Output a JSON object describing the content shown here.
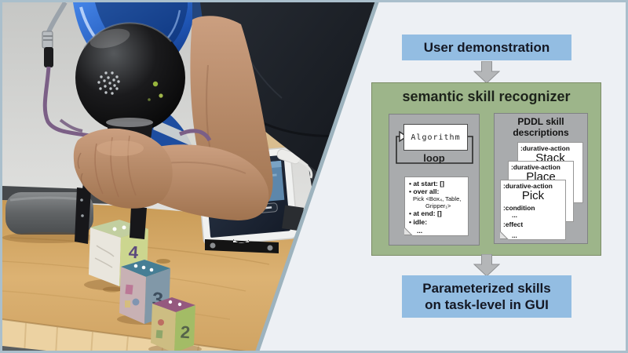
{
  "flow": {
    "user_demo_label": "User demonstration",
    "result_line1": "Parameterized skills",
    "result_line2": "on task-level in GUI"
  },
  "recognizer": {
    "title": "semantic skill recognizer",
    "algorithm_label": "Algorithm",
    "loop_label": "loop",
    "note": {
      "bullet1": "• at start: []",
      "bullet2": "• over all:",
      "detail1": "Pick <Box₄, Table,",
      "detail2": "Gripper₁>",
      "bullet3": "• at end: []",
      "bullet4": "• idle:",
      "corner_ellipsis": "..."
    },
    "pddl": {
      "title_line1": "PDDL skill",
      "title_line2": "descriptions",
      "cards": [
        {
          "keyword": ":durative-action",
          "name": "Stack"
        },
        {
          "keyword": ":durative-action",
          "name": "Place"
        },
        {
          "keyword": ":durative-action",
          "name": "Pick"
        }
      ],
      "pick": {
        "condition_label": ":condition",
        "condition_ellipsis": "...",
        "effect_label": ":effect",
        "corner_ellipsis": "..."
      }
    }
  },
  "photo": {
    "cube_large_label": "4",
    "cube_medium_label": "3",
    "cube_small_label": "2"
  },
  "colors": {
    "flow_box_blue": "#93bde2",
    "recognizer_green": "#9db58a",
    "inner_gray": "#a9abad",
    "arrow_gray": "#b4b6b8",
    "frame_border": "#aabfcc",
    "panel_bg": "#edf0f4",
    "robot_blue": "#2a63c8",
    "desk_wood": "#d5a96a"
  }
}
